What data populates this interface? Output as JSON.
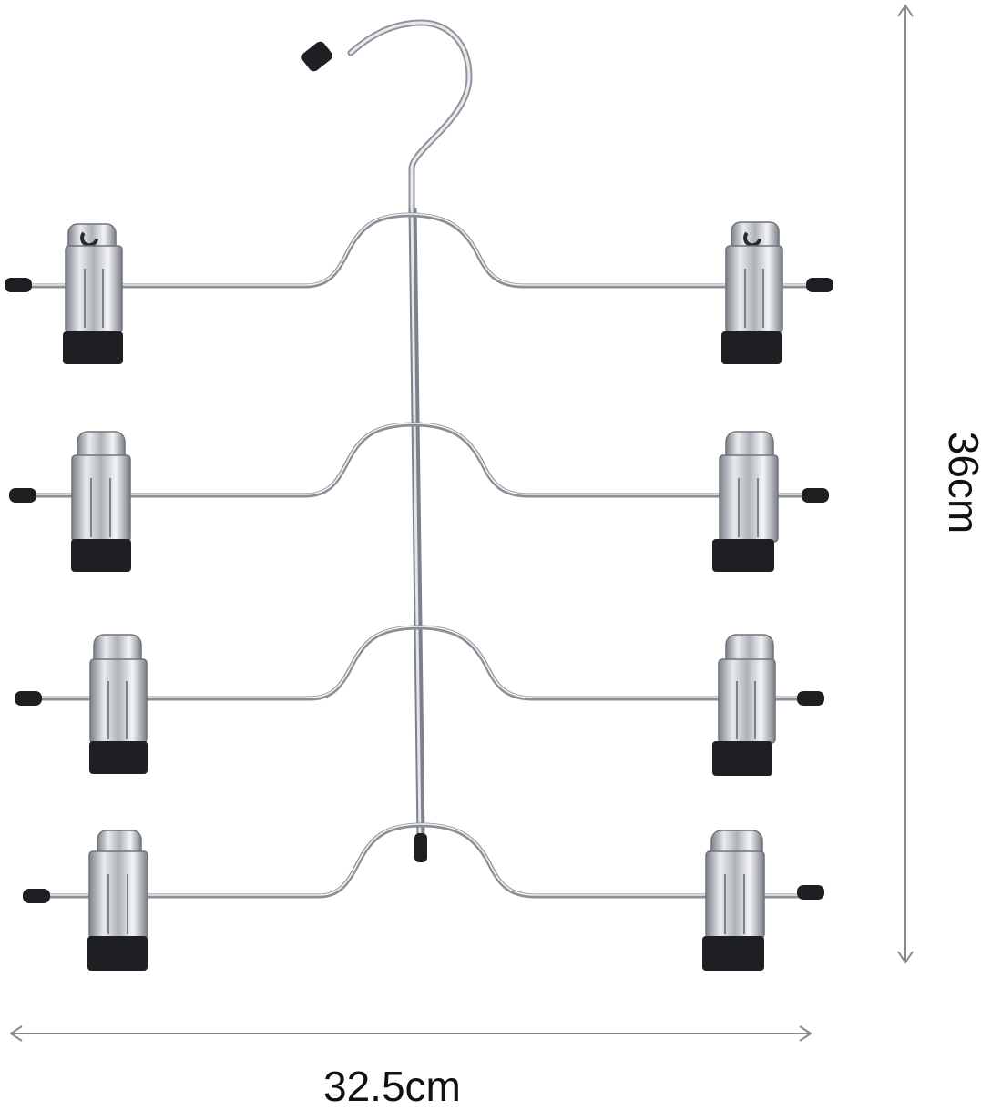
{
  "product": {
    "description_icon": "four-tier-clip-hanger",
    "tiers": 4,
    "clips_per_tier": 2
  },
  "dimensions": {
    "width_label": "32.5cm",
    "height_label": "36cm"
  },
  "colors": {
    "background": "#ffffff",
    "chrome": "#c9ccd1",
    "chrome_dark": "#6f747b",
    "rubber": "#1e1f22",
    "arrow": "#8a8a8a",
    "text": "#111111"
  }
}
